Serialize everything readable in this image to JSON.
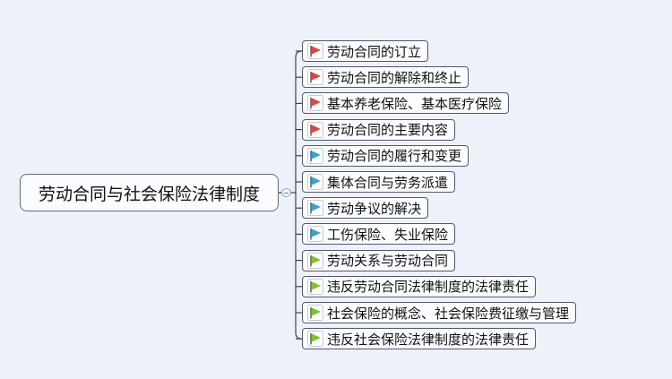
{
  "map": {
    "central_topic": "劳动合同与社会保险法律制度",
    "branches": [
      {
        "label": "劳动合同的订立",
        "flag": "red-flag-icon",
        "flag_color": "#e8413c"
      },
      {
        "label": "劳动合同的解除和终止",
        "flag": "red-flag-icon",
        "flag_color": "#e8413c"
      },
      {
        "label": "基本养老保险、基本医疗保险",
        "flag": "red-flag-icon",
        "flag_color": "#e8413c"
      },
      {
        "label": "劳动合同的主要内容",
        "flag": "red-flag-icon",
        "flag_color": "#e8413c"
      },
      {
        "label": "劳动合同的履行和变更",
        "flag": "blue-flag-icon",
        "flag_color": "#2ea3de"
      },
      {
        "label": "集体合同与劳务派遣",
        "flag": "blue-flag-icon",
        "flag_color": "#2ea3de"
      },
      {
        "label": "劳动争议的解决",
        "flag": "blue-flag-icon",
        "flag_color": "#2ea3de"
      },
      {
        "label": "工伤保险、失业保险",
        "flag": "blue-flag-icon",
        "flag_color": "#2ea3de"
      },
      {
        "label": "劳动关系与劳动合同",
        "flag": "green-flag-icon",
        "flag_color": "#7cc520"
      },
      {
        "label": "违反劳动合同法律制度的法律责任",
        "flag": "green-flag-icon",
        "flag_color": "#7cc520"
      },
      {
        "label": "社会保险的概念、社会保险费征缴与管理",
        "flag": "green-flag-icon",
        "flag_color": "#7cc520"
      },
      {
        "label": "违反社会保险法律制度的法律责任",
        "flag": "green-flag-icon",
        "flag_color": "#7cc520"
      }
    ]
  },
  "colors": {
    "background": "#eef1f8",
    "connector": "#3a4560",
    "node_border": "#4f5a72"
  }
}
